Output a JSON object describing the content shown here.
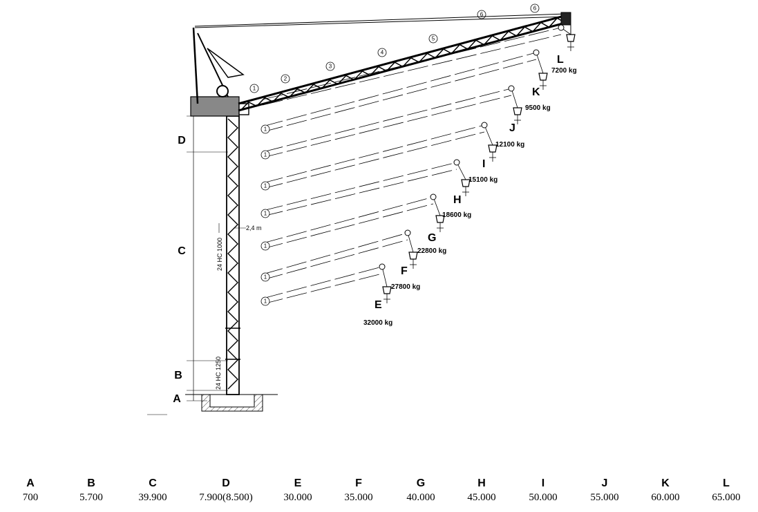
{
  "diagram": {
    "mast_labels": {
      "upper": "24 HC 1000",
      "lower": "24 HC 1250",
      "width": "2,4 m"
    },
    "height_letters": [
      "A",
      "B",
      "C",
      "D"
    ],
    "positions": [
      {
        "letter": "E",
        "load": "32000 kg"
      },
      {
        "letter": "F",
        "load": "27800 kg"
      },
      {
        "letter": "G",
        "load": "22800 kg"
      },
      {
        "letter": "H",
        "load": "18600 kg"
      },
      {
        "letter": "I",
        "load": "15100 kg"
      },
      {
        "letter": "J",
        "load": "12100 kg"
      },
      {
        "letter": "K",
        "load": "9500 kg"
      },
      {
        "letter": "L",
        "load": "7200 kg"
      }
    ],
    "section_numbers": [
      "1",
      "2",
      "3",
      "4",
      "5",
      "6"
    ]
  },
  "dimensions": [
    {
      "letter": "A",
      "value": "700"
    },
    {
      "letter": "B",
      "value": "5.700"
    },
    {
      "letter": "C",
      "value": "39.900"
    },
    {
      "letter": "D",
      "value": "7.900(8.500)"
    },
    {
      "letter": "E",
      "value": "30.000"
    },
    {
      "letter": "F",
      "value": "35.000"
    },
    {
      "letter": "G",
      "value": "40.000"
    },
    {
      "letter": "H",
      "value": "45.000"
    },
    {
      "letter": "I",
      "value": "50.000"
    },
    {
      "letter": "J",
      "value": "55.000"
    },
    {
      "letter": "K",
      "value": "60.000"
    },
    {
      "letter": "L",
      "value": "65.000"
    }
  ]
}
